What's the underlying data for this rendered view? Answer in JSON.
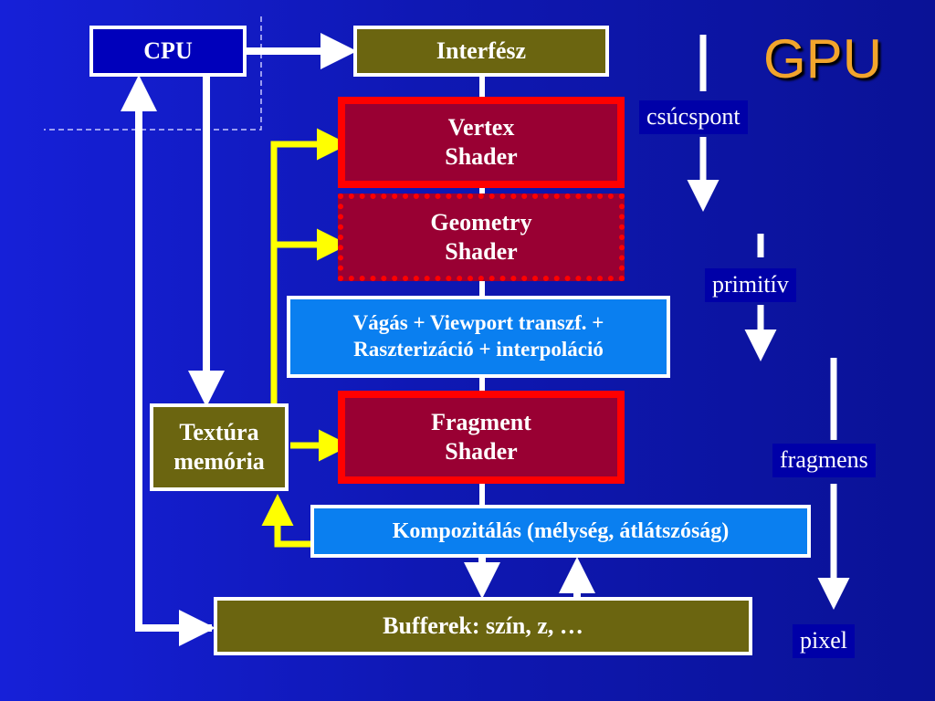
{
  "title": "GPU",
  "nodes": {
    "cpu": "CPU",
    "interface": "Interfész",
    "vertex_shader": "Vertex\nShader",
    "geometry_shader": "Geometry\nShader",
    "clipping": "Vágás + Viewport transzf. +\nRaszterizáció + interpoláció",
    "fragment_shader": "Fragment\nShader",
    "texture_memory": "Textúra\nmemória",
    "compositing": "Kompozitálás (mélység, átlátszóság)",
    "buffers": "Bufferek: szín, z, …"
  },
  "stages": {
    "vertex": "csúcspont",
    "primitive": "primitív",
    "fragment": "fragmens",
    "pixel": "pixel"
  },
  "colors": {
    "background": "#1218c8",
    "olive": "#6b6510",
    "shader_fill": "#990033",
    "shader_border": "#ff0000",
    "light_blue": "#0a7ff0",
    "navy": "#0000bb",
    "texture_arrows": "#ffff00",
    "title": "#f2a52c"
  }
}
